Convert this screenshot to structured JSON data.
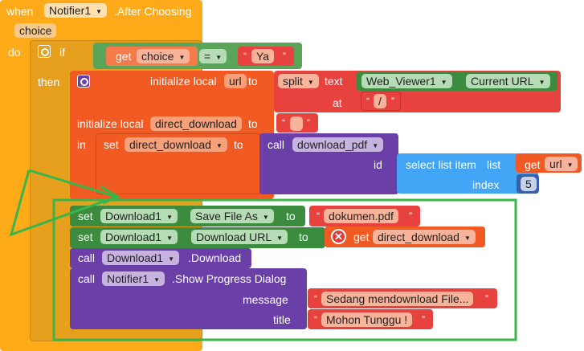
{
  "event": {
    "when_label": "when",
    "component": "Notifier1",
    "event_name": ".After Choosing",
    "param": "choice",
    "do_label": "do"
  },
  "if_block": {
    "if_label": "if",
    "then_label": "then",
    "get_label": "get",
    "get_var": "choice",
    "operator": "=",
    "compare_text": "Ya"
  },
  "local_url": {
    "label": "initialize local",
    "var": "url",
    "to_label": "to",
    "split_label": "split",
    "text_label": "text",
    "at_label": "at",
    "text_component": "Web_Viewer1",
    "text_property": "Current URL",
    "at_value": "/"
  },
  "local_direct": {
    "label": "initialize local",
    "var": "direct_download",
    "to_label": "to",
    "value": ""
  },
  "in_block": {
    "in_label": "in",
    "set_label": "set",
    "var": "direct_download",
    "to_label": "to",
    "call_label": "call",
    "procedure": "download_pdf",
    "id_label": "id",
    "select_label": "select list item",
    "list_label": "list",
    "get_label": "get",
    "get_var": "url",
    "index_label": "index",
    "index_value": "5"
  },
  "download_set1": {
    "set_label": "set",
    "component": "Download1",
    "property": "Save File As",
    "to_label": "to",
    "value": "dokumen.pdf"
  },
  "download_set2": {
    "set_label": "set",
    "component": "Download1",
    "property": "Download URL",
    "to_label": "to",
    "get_label": "get",
    "get_var": "direct_download"
  },
  "download_call": {
    "call_label": "call",
    "component": "Download1",
    "method": ".Download"
  },
  "progress_call": {
    "call_label": "call",
    "component": "Notifier1",
    "method": ".Show Progress Dialog",
    "message_label": "message",
    "message_value": "Sedang mendownload File...",
    "title_label": "title",
    "title_value": "Mohon Tunggu !"
  },
  "colors": {
    "event": "#ffab19",
    "control": "#e6a01e",
    "local": "#f15a22",
    "math_green": "#5ba55b",
    "text_red": "#e8423f",
    "component_green": "#3b8c3f",
    "call_purple": "#6b3fa8",
    "list_blue": "#42a5f5",
    "highlight": "#3ab54a"
  }
}
